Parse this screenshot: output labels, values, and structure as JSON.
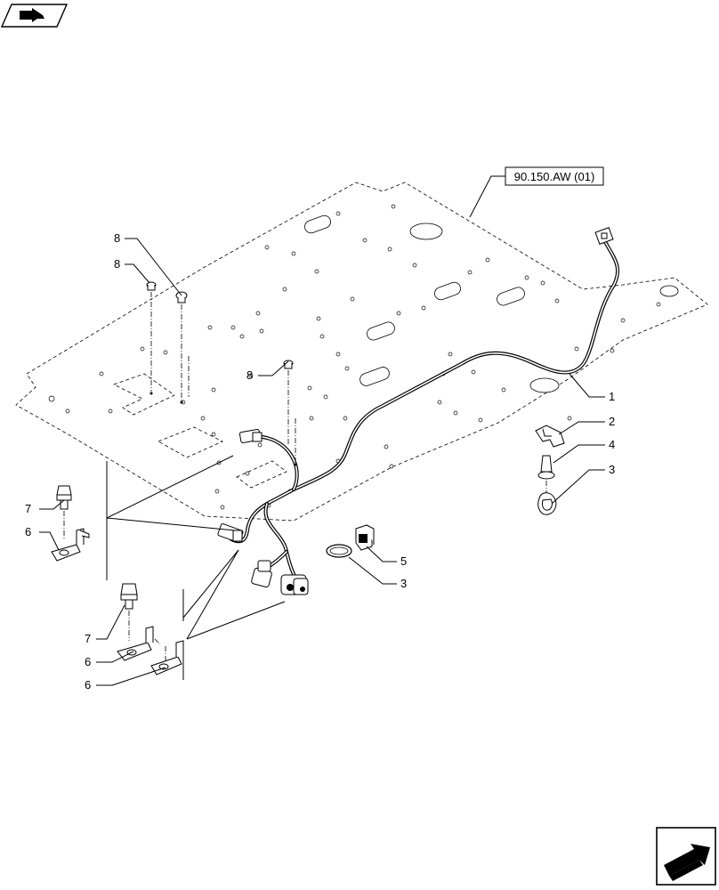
{
  "reference_box": {
    "text": "90.150.AW (01)"
  },
  "callouts": [
    {
      "id": "c8a",
      "label": "8"
    },
    {
      "id": "c8b",
      "label": "8"
    },
    {
      "id": "c8c",
      "label": "8"
    },
    {
      "id": "c1",
      "label": "1"
    },
    {
      "id": "c2",
      "label": "2"
    },
    {
      "id": "c4",
      "label": "4"
    },
    {
      "id": "c3a",
      "label": "3"
    },
    {
      "id": "c5",
      "label": "5"
    },
    {
      "id": "c3b",
      "label": "3"
    },
    {
      "id": "c7a",
      "label": "7"
    },
    {
      "id": "c6a",
      "label": "6"
    },
    {
      "id": "c7b",
      "label": "7"
    },
    {
      "id": "c6b",
      "label": "6"
    },
    {
      "id": "c6c",
      "label": "6"
    }
  ],
  "icons": {
    "top_left": "previous-page-arrow-icon",
    "bottom_right": "next-page-arrow-icon"
  }
}
